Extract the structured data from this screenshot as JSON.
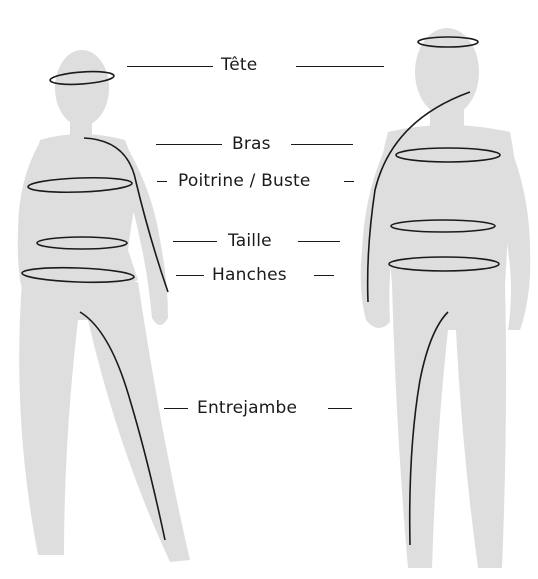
{
  "labels": {
    "head": "Tête",
    "arms": "Bras",
    "chest": "Poitrine / Buste",
    "waist": "Taille",
    "hips": "Hanches",
    "inseam": "Entrejambe"
  },
  "colors": {
    "silhouette": "#dedede",
    "line": "#1a1a1a",
    "background": "#ffffff"
  }
}
